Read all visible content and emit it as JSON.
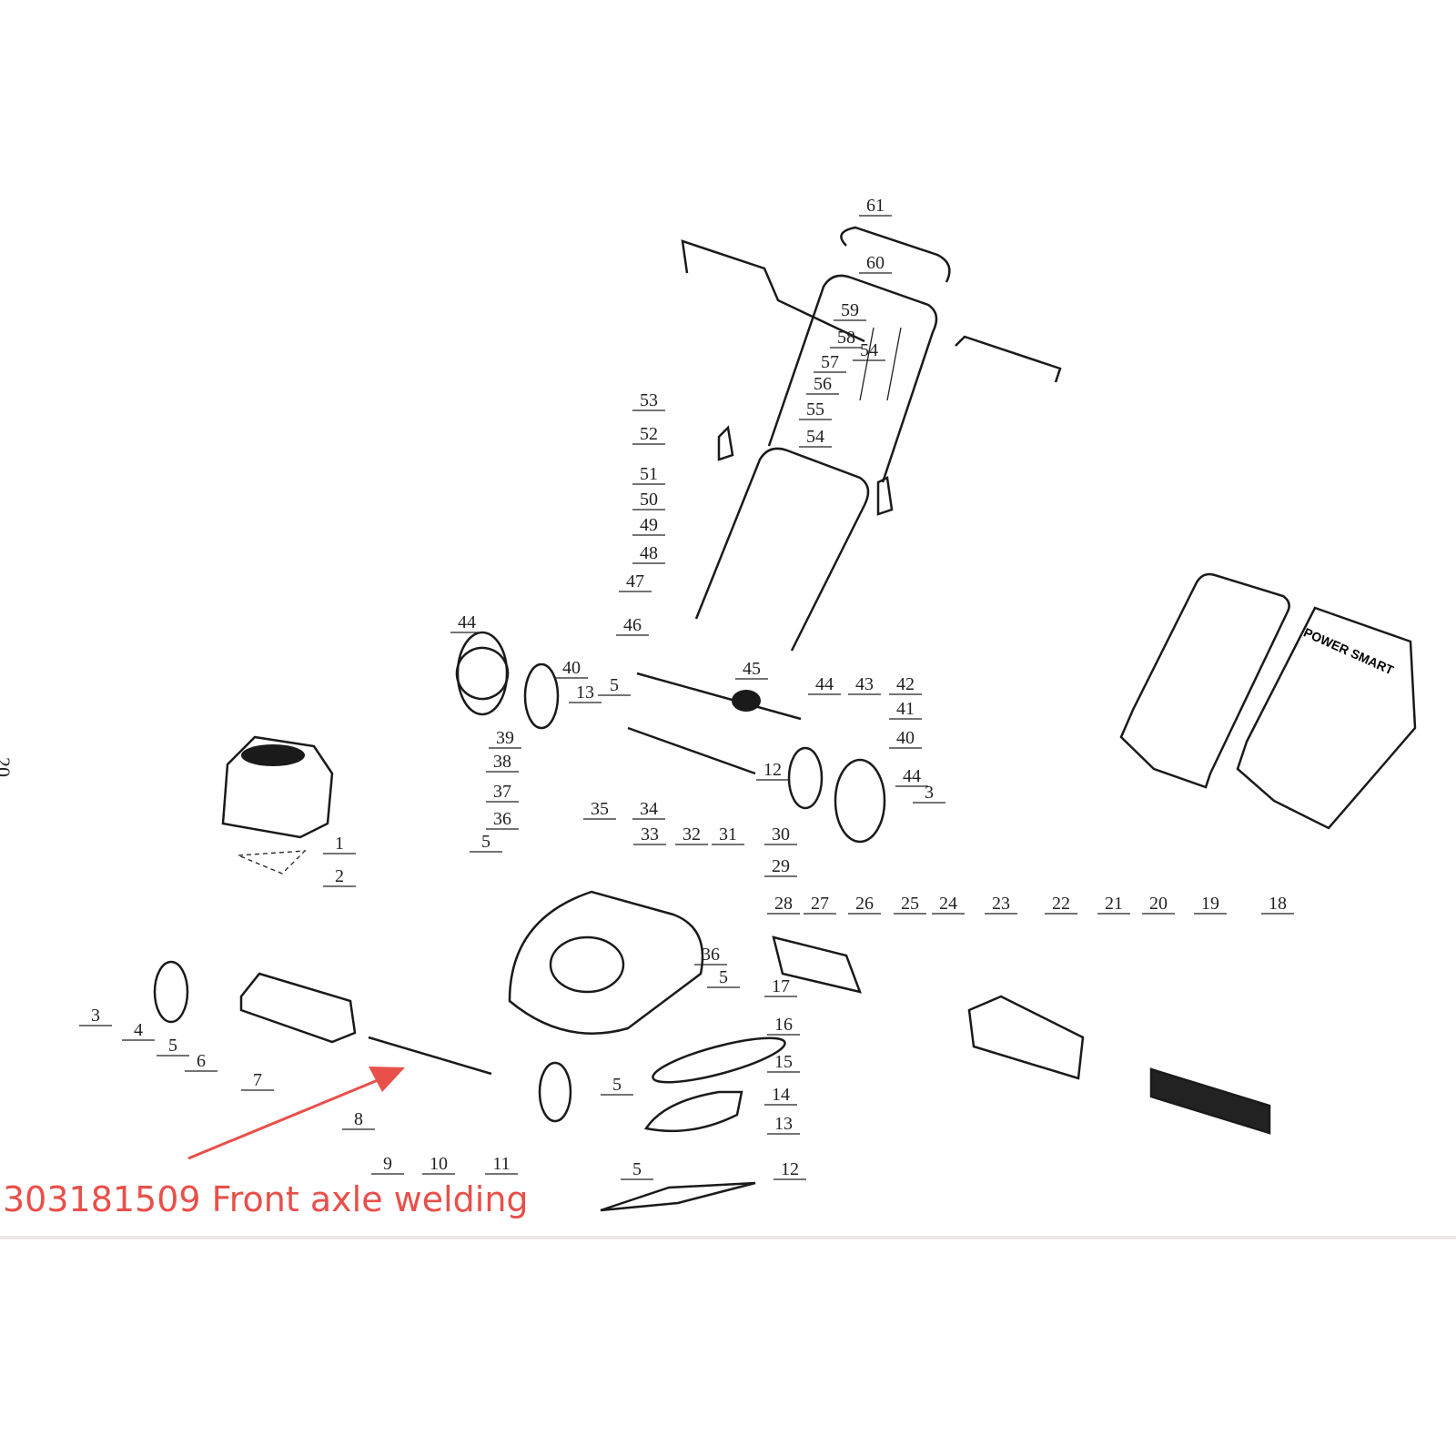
{
  "page_number": "20",
  "brand_logo_text": "POWER SMART",
  "caption": "303181509 Front axle welding",
  "accent_color": "#e8504a",
  "part_labels": [
    "61",
    "60",
    "59",
    "58",
    "54",
    "57",
    "56",
    "55",
    "54",
    "53",
    "52",
    "51",
    "50",
    "49",
    "48",
    "47",
    "46",
    "44",
    "40",
    "13",
    "5",
    "45",
    "44",
    "43",
    "42",
    "41",
    "40",
    "39",
    "38",
    "12",
    "44",
    "3",
    "37",
    "36",
    "35",
    "34",
    "1",
    "2",
    "5",
    "33",
    "32",
    "31",
    "30",
    "29",
    "28",
    "27",
    "26",
    "25",
    "24",
    "23",
    "22",
    "21",
    "20",
    "19",
    "18",
    "36",
    "5",
    "17",
    "16",
    "15",
    "14",
    "13",
    "12",
    "5",
    "5",
    "3",
    "4",
    "5",
    "6",
    "7",
    "8",
    "9",
    "10",
    "11"
  ]
}
